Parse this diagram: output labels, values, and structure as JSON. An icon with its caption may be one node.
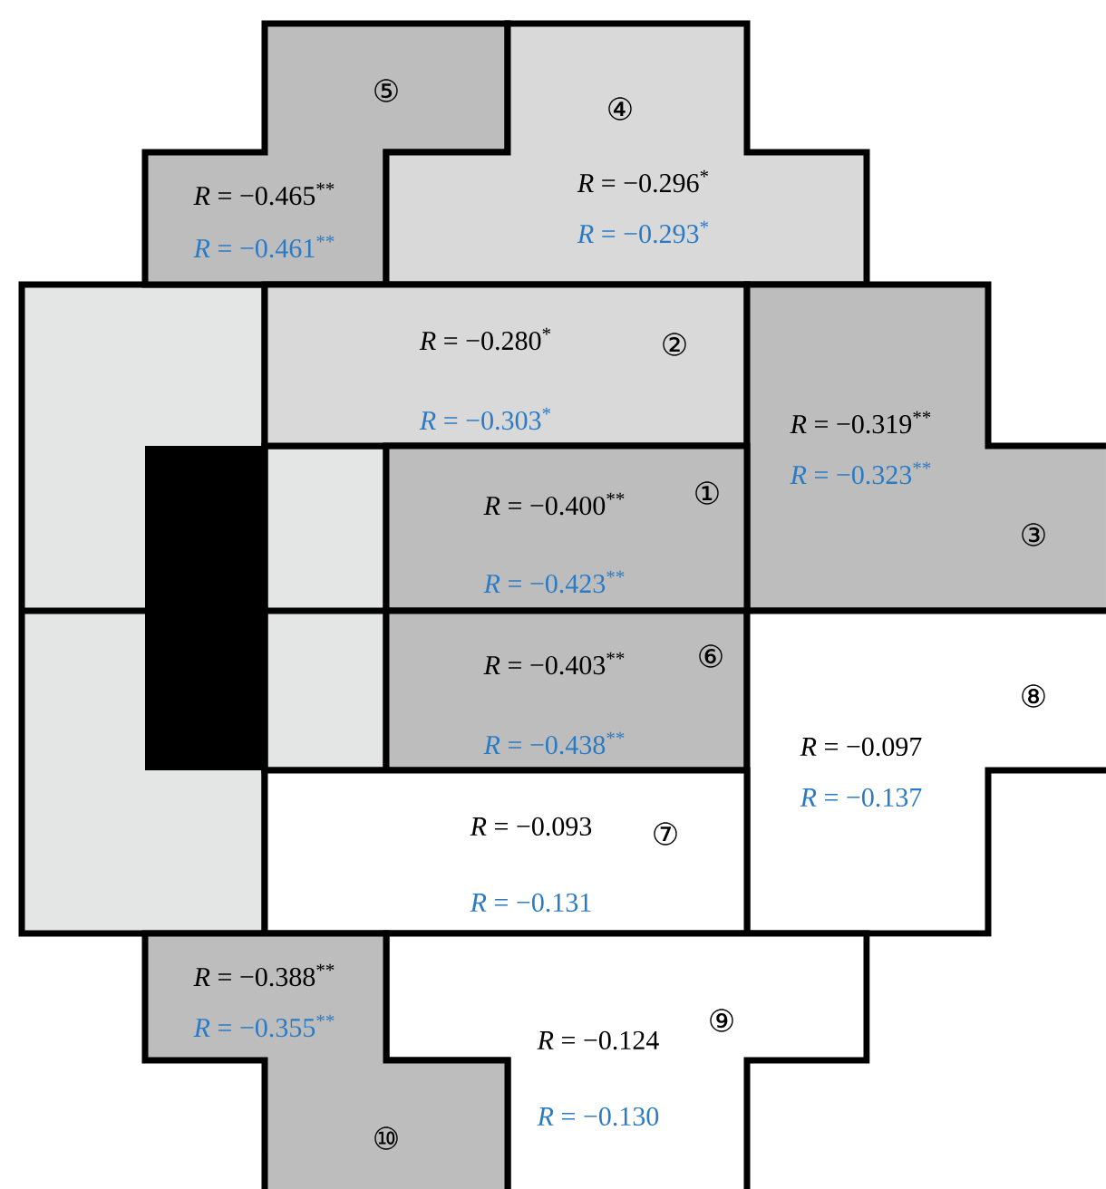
{
  "diagram": {
    "nodes": [
      {
        "text": [
          "⑤",
          "*R* = −0.465$^{**}$",
          "*R* = −0.461$^{**}$"
        ]
      },
      {
        "text": [
          "④",
          "*R* = −0.296$^{*}$",
          "*R* = −0.293$^{*}$"
        ]
      },
      {
        "text": [
          "*R* = −0.280$^{*}$",
          "②",
          "*R* = −0.303$^{*}$"
        ]
      },
      {
        "text": [
          "*R* = −0.319$^{**}$",
          "*R* = −0.323$^{**}$",
          "③"
        ]
      },
      {
        "text": [
          "*R* = −0.400$^{**}$",
          "①",
          "*R* = −0.423$^{**}$"
        ]
      },
      {
        "text": [
          "*R* = −0.403$^{**}$",
          "⑥",
          "*R* = −0.438$^{**}$"
        ]
      },
      {
        "text": [
          "⑧",
          "*R* = −0.097",
          "*R* = −0.137"
        ]
      },
      {
        "text": [
          "*R* = −0.093",
          "⑦",
          "*R* = −0.131"
        ]
      },
      {
        "text": [
          "*R* = −0.124",
          "⑨",
          "*R* = −0.130"
        ]
      },
      {
        "text": [
          "*R* = −0.388$^{**}$",
          "*R* = −0.355$^{**}$",
          "⑩"
        ]
      }
    ]
  }
}
